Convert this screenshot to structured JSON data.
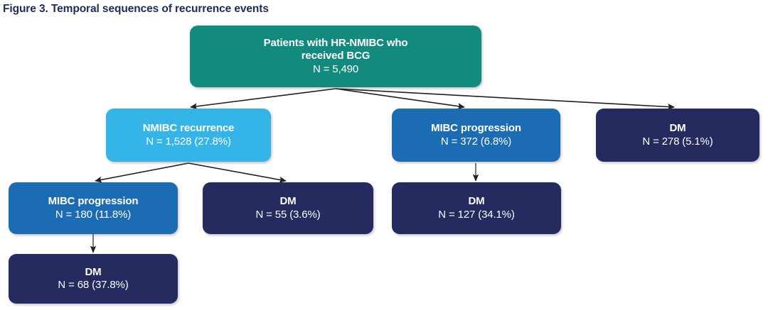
{
  "figure": {
    "title": "Figure 3. Temporal sequences of recurrence events",
    "title_color": "#1f2a5e"
  },
  "palette": {
    "teal": "#128a7d",
    "light_blue": "#35b4e8",
    "blue": "#1c6cb4",
    "navy": "#252b5e",
    "arrow": "#231f20",
    "background": "#ffffff"
  },
  "chart_data": {
    "type": "diagram",
    "title": "Figure 3. Temporal sequences of recurrence events",
    "nodes": [
      {
        "id": "root",
        "label": "Patients with HR-NMIBC who received BCG",
        "label_line1": "Patients with HR-NMIBC who",
        "label_line2": "received BCG",
        "count_text": "N = 5,490",
        "n": 5490,
        "percent": null,
        "tone": "teal"
      },
      {
        "id": "nmibc-recurrence",
        "label": "NMIBC recurrence",
        "count_text": "N = 1,528 (27.8%)",
        "n": 1528,
        "percent": 27.8,
        "tone": "light_blue"
      },
      {
        "id": "mibc-progression-l2",
        "label": "MIBC progression",
        "count_text": "N = 372 (6.8%)",
        "n": 372,
        "percent": 6.8,
        "tone": "blue"
      },
      {
        "id": "dm-l2",
        "label": "DM",
        "count_text": "N = 278 (5.1%)",
        "n": 278,
        "percent": 5.1,
        "tone": "navy"
      },
      {
        "id": "mibc-progression-l3",
        "label": "MIBC progression",
        "count_text": "N = 180 (11.8%)",
        "n": 180,
        "percent": 11.8,
        "tone": "blue"
      },
      {
        "id": "dm-l3-a",
        "label": "DM",
        "count_text": "N = 55 (3.6%)",
        "n": 55,
        "percent": 3.6,
        "tone": "navy"
      },
      {
        "id": "dm-l3-b",
        "label": "DM",
        "count_text": "N = 127 (34.1%)",
        "n": 127,
        "percent": 34.1,
        "tone": "navy"
      },
      {
        "id": "dm-l4",
        "label": "DM",
        "count_text": "N = 68 (37.8%)",
        "n": 68,
        "percent": 37.8,
        "tone": "navy"
      }
    ],
    "edges": [
      {
        "from": "root",
        "to": "nmibc-recurrence"
      },
      {
        "from": "root",
        "to": "mibc-progression-l2"
      },
      {
        "from": "root",
        "to": "dm-l2"
      },
      {
        "from": "nmibc-recurrence",
        "to": "mibc-progression-l3"
      },
      {
        "from": "nmibc-recurrence",
        "to": "dm-l3-a"
      },
      {
        "from": "mibc-progression-l2",
        "to": "dm-l3-b"
      },
      {
        "from": "mibc-progression-l3",
        "to": "dm-l4"
      }
    ]
  }
}
